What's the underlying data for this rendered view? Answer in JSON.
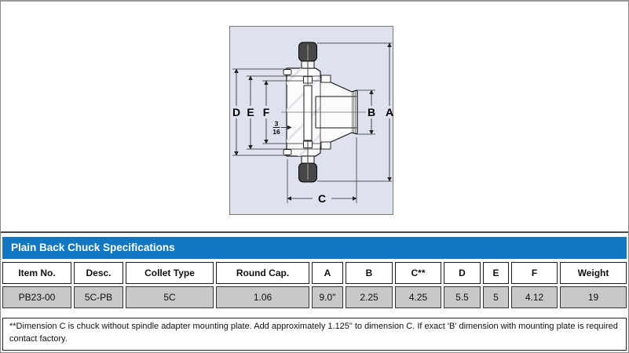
{
  "diagram": {
    "labels": {
      "a": "A",
      "b": "B",
      "c": "C",
      "d": "D",
      "e": "E",
      "f": "F"
    },
    "fraction": {
      "numerator": "3",
      "denominator": "16"
    }
  },
  "spec_table": {
    "title": "Plain Back Chuck Specifications",
    "columns": [
      "Item No.",
      "Desc.",
      "Collet Type",
      "Round Cap.",
      "A",
      "B",
      "C**",
      "D",
      "E",
      "F",
      "Weight"
    ],
    "rows": [
      [
        "PB23-00",
        "5C-PB",
        "5C",
        "1.06",
        "9.0\"",
        "2.25",
        "4.25",
        "5.5",
        "5",
        "4.12",
        "19"
      ]
    ]
  },
  "footnote": "**Dimension C is chuck without spindle adapter mounting plate. Add approximately 1.125\" to dimension C. If exact 'B' dimension with mounting plate is required contact factory.",
  "colors": {
    "title_bar_blue": "#1077c0",
    "data_row_gray": "#c8c8c8",
    "panel_background": "#dde2ee",
    "knob_dark": "#474749"
  }
}
